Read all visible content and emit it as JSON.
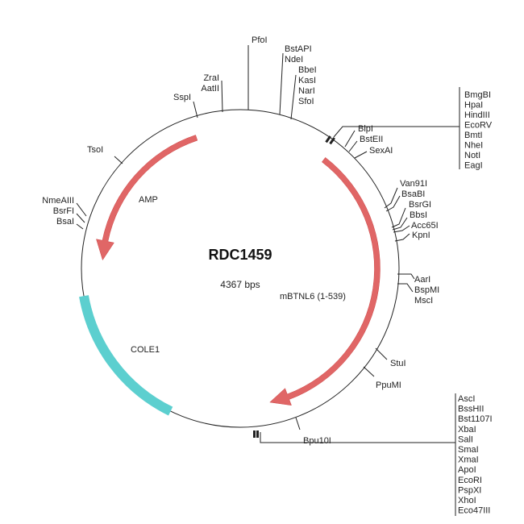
{
  "plasmid": {
    "name": "RDC1459",
    "size_label": "4367 bps",
    "backbone_color": "#333333"
  },
  "features": [
    {
      "label": "AMP",
      "color": "#e06666",
      "direction": "reverse"
    },
    {
      "label": "mBTNL6 (1-539)",
      "color": "#e06666",
      "direction": "forward"
    },
    {
      "label": "COLE1",
      "color": "#5ccfcf",
      "direction": "none"
    }
  ],
  "sites": {
    "pfo": "PfoI",
    "zra": "ZraI",
    "aat": "AatII",
    "ssp": "SspI",
    "bstapi": "BstAPI",
    "nde": "NdeI",
    "bbe": "BbeI",
    "kas": "KasI",
    "nar": "NarI",
    "sfo": "SfoI",
    "blp": "BlpI",
    "bsteii": "BstEII",
    "sexai": "SexAI",
    "tso": "TsoI",
    "nmeaiii": "NmeAIII",
    "bsrfi": "BsrFI",
    "bsa": "BsaI",
    "van91i": "Van91I",
    "bsabi": "BsaBI",
    "bsrgi": "BsrGI",
    "bbs": "BbsI",
    "acc65i": "Acc65I",
    "kpn": "KpnI",
    "aar": "AarI",
    "bspmi": "BspMI",
    "msc": "MscI",
    "stu": "StuI",
    "ppumi": "PpuMI",
    "bpu10i": "Bpu10I"
  },
  "top_cluster": [
    "BmgBI",
    "HpaI",
    "HindIII",
    "EcoRV",
    "BmtI",
    "NheI",
    "NotI",
    "EagI"
  ],
  "bottom_cluster": [
    "AscI",
    "BssHII",
    "Bst1107I",
    "XbaI",
    "SalI",
    "SmaI",
    "XmaI",
    "ApoI",
    "EcoRI",
    "PspXI",
    "XhoI",
    "Eco47III"
  ]
}
